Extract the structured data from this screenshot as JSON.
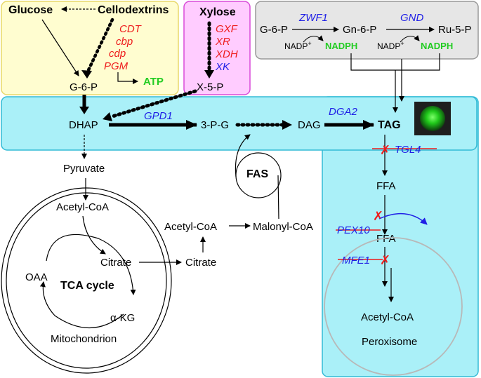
{
  "glucose_box": {
    "glucose": "Glucose",
    "cellodextrins": "Cellodextrins",
    "enzymes": [
      "CDT",
      "cbp",
      "cdp",
      "PGM"
    ],
    "g6p": "G-6-P",
    "atp": "ATP"
  },
  "xylose_box": {
    "xylose": "Xylose",
    "enzymes_red": [
      "GXF",
      "XR",
      "XDH"
    ],
    "enzyme_blue": "XK",
    "x5p": "X-5-P"
  },
  "ppp_box": {
    "g6p": "G-6-P",
    "gn6p": "Gn-6-P",
    "ru5p": "Ru-5-P",
    "zwf1": "ZWF1",
    "gnd": "GND",
    "nadp": "NADP",
    "nadp_sup": "+",
    "nadph": "NADPH"
  },
  "lipid_band": {
    "dhap": "DHAP",
    "gpd1": "GPD1",
    "p3g": "3-P-G",
    "dag": "DAG",
    "dga2": "DGA2",
    "tag": "TAG"
  },
  "peroxisome_panel": {
    "tgl4": "TGL4",
    "ffa": "FFA",
    "pex10": "PEX10",
    "ffa2": "FFA",
    "mfe1": "MFE1",
    "acetyl_coa": "Acetyl-CoA",
    "peroxisome": "Peroxisome"
  },
  "central": {
    "pyruvate": "Pyruvate",
    "fas": "FAS",
    "acetyl_coa_cyto": "Acetyl-CoA",
    "malonyl_coa": "Malonyl-CoA",
    "citrate_cyto": "Citrate"
  },
  "mitochondrion": {
    "acetyl_coa": "Acetyl-CoA",
    "citrate": "Citrate",
    "oaa": "OAA",
    "tca": "TCA cycle",
    "akg": "α-KG",
    "label": "Mitochondrion"
  },
  "colors": {
    "glucose_fill": "#fffdd0",
    "glucose_border": "#e8d86a",
    "xylose_fill": "#ffccff",
    "xylose_border": "#d84bd8",
    "ppp_fill": "#e6e6e6",
    "ppp_border": "#999999",
    "band_fill": "#aaf0f8",
    "band_border": "#33bbd6",
    "red": "#ee1c1c",
    "blue": "#1f1fe6",
    "green": "#22cc22"
  }
}
